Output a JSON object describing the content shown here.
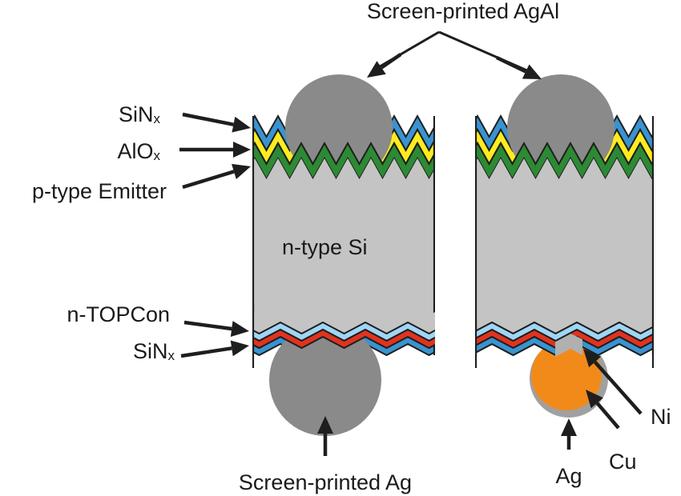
{
  "title": "Screen-printed AgAl",
  "colors": {
    "bulk": "#c4c4c4",
    "sinx_front": "#3a93d0",
    "aloxs": "#ffec20",
    "emitter": "#2d8a34",
    "topcon": "#9fd6f5",
    "sinx_rear_red": "#e0331f",
    "sinx_rear_blue": "#3a93d0",
    "contact_grey": "#8a8a8a",
    "ag_shell": "#a0a0a0",
    "cu": "#f28a1a",
    "ni": "#b0b0b0",
    "ink": "#1e1e1e"
  },
  "labels": {
    "top_contact": "Screen-printed AgAl",
    "sinx_front": {
      "main": "SiN",
      "sub": "x"
    },
    "alox": {
      "main": "AlO",
      "sub": "x"
    },
    "emitter": "p-type Emitter",
    "bulk": "n-type Si",
    "topcon": "n-TOPCon",
    "sinx_rear": {
      "main": "SiN",
      "sub": "x"
    },
    "rear_screen_printed": "Screen-printed Ag",
    "ni": "Ni",
    "cu": "Cu",
    "ag": "Ag"
  },
  "cells": [
    {
      "name": "screen-printed-rear-cell",
      "rear_contact": "Screen-printed Ag"
    },
    {
      "name": "plated-rear-cell",
      "rear_contact": "Ni/Cu/Ag plated"
    }
  ]
}
